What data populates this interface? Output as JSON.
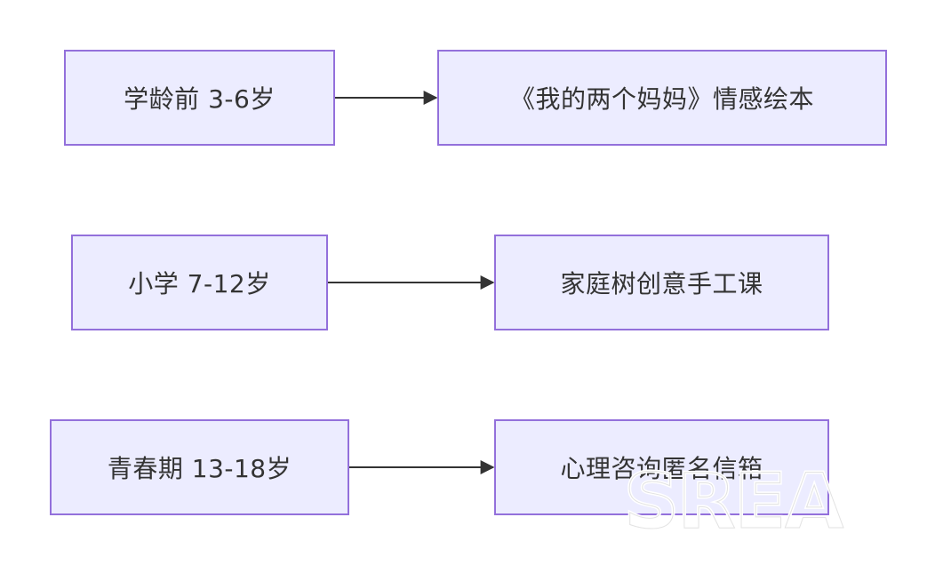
{
  "diagram": {
    "rows": [
      {
        "stage": "学龄前 3-6岁",
        "activity": "《我的两个妈妈》情感绘本"
      },
      {
        "stage": "小学 7-12岁",
        "activity": "家庭树创意手工课"
      },
      {
        "stage": "青春期 13-18岁",
        "activity": "心理咨询匿名信箱"
      }
    ]
  },
  "watermark": {
    "text": "SREA"
  },
  "colors": {
    "node_fill": "#ECECFF",
    "node_border": "#9370DB",
    "edge": "#333333",
    "text": "#333333",
    "watermark": "#ffffff"
  }
}
